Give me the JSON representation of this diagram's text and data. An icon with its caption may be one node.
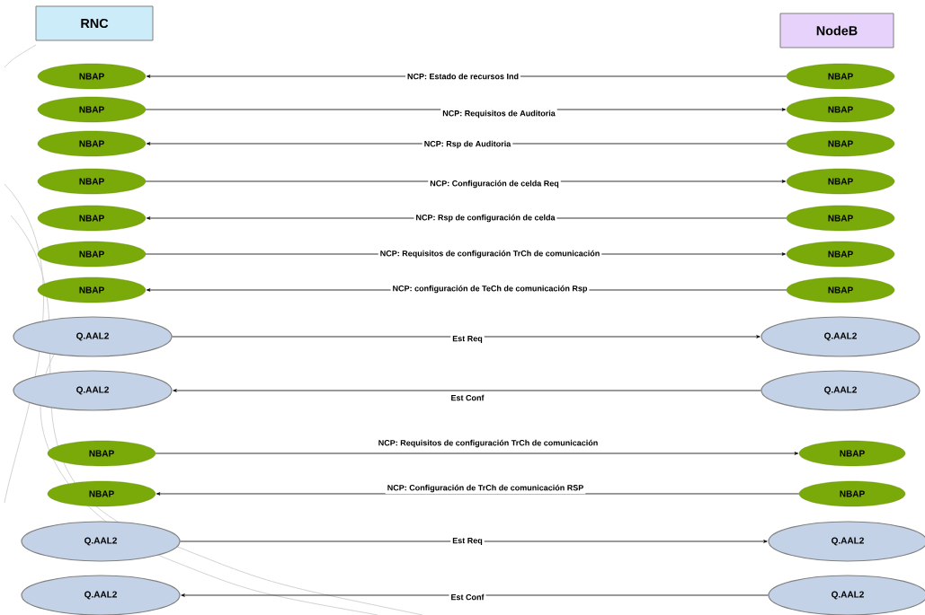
{
  "diagram": {
    "nodes": [
      {
        "text": [
          "RNC"
        ]
      },
      {
        "text": [
          "NodeB"
        ]
      },
      {
        "text": [
          "NBAP"
        ]
      },
      {
        "text": [
          "NBAP"
        ]
      },
      {
        "text": [
          "NBAP"
        ]
      },
      {
        "text": [
          "NBAP"
        ]
      },
      {
        "text": [
          "NBAP"
        ]
      },
      {
        "text": [
          "NBAP"
        ]
      },
      {
        "text": [
          "NBAP"
        ]
      },
      {
        "text": [
          "NBAP"
        ]
      },
      {
        "text": [
          "NBAP"
        ]
      },
      {
        "text": [
          "NBAP"
        ]
      },
      {
        "text": [
          "NBAP"
        ]
      },
      {
        "text": [
          "NBAP"
        ]
      },
      {
        "text": [
          "NBAP"
        ]
      },
      {
        "text": [
          "NBAP"
        ]
      },
      {
        "text": [
          "Q.AAL2"
        ]
      },
      {
        "text": [
          "Q.AAL2"
        ]
      },
      {
        "text": [
          "Q.AAL2"
        ]
      },
      {
        "text": [
          "Q.AAL2"
        ]
      },
      {
        "text": [
          "NBAP"
        ]
      },
      {
        "text": [
          "NBAP"
        ]
      },
      {
        "text": [
          "NBAP"
        ]
      },
      {
        "text": [
          "NBAP"
        ]
      },
      {
        "text": [
          "Q.AAL2"
        ]
      },
      {
        "text": [
          "Q.AAL2"
        ]
      },
      {
        "text": [
          "Q.AAL2"
        ]
      },
      {
        "text": [
          "Q.AAL2"
        ]
      }
    ],
    "edges": [
      {
        "from": 3,
        "to": 2,
        "arrow": "to",
        "label": "NCP: Estado de recursos Ind"
      },
      {
        "from": 4,
        "to": 5,
        "arrow": "to",
        "label": "NCP: Requisitos de Auditoria"
      },
      {
        "from": 7,
        "to": 6,
        "arrow": "to",
        "label": "NCP: Rsp de Auditoria"
      },
      {
        "from": 8,
        "to": 9,
        "arrow": "to",
        "label": "NCP: Configuración de celda Req"
      },
      {
        "from": 11,
        "to": 10,
        "arrow": "to",
        "label": "NCP: Rsp de configuración de celda"
      },
      {
        "from": 12,
        "to": 13,
        "arrow": "to",
        "label": "NCP: Requisitos de configuración TrCh de comunicación"
      },
      {
        "from": 15,
        "to": 14,
        "arrow": "to",
        "label": "NCP: configuración de TeCh de comunicación Rsp"
      },
      {
        "from": 16,
        "to": 17,
        "arrow": "to",
        "label": "Est Req"
      },
      {
        "from": 19,
        "to": 18,
        "arrow": "to",
        "label": "Est Conf"
      },
      {
        "from": 20,
        "to": 21,
        "arrow": "to",
        "label": "NCP: Requisitos de configuración TrCh de comunicación"
      },
      {
        "from": 23,
        "to": 22,
        "arrow": "to",
        "label": "NCP: Configuración de TrCh de comunicación RSP"
      },
      {
        "from": 24,
        "to": 25,
        "arrow": "to",
        "label": "Est Req"
      },
      {
        "from": 27,
        "to": 26,
        "arrow": "to",
        "label": "Est Conf"
      }
    ]
  }
}
